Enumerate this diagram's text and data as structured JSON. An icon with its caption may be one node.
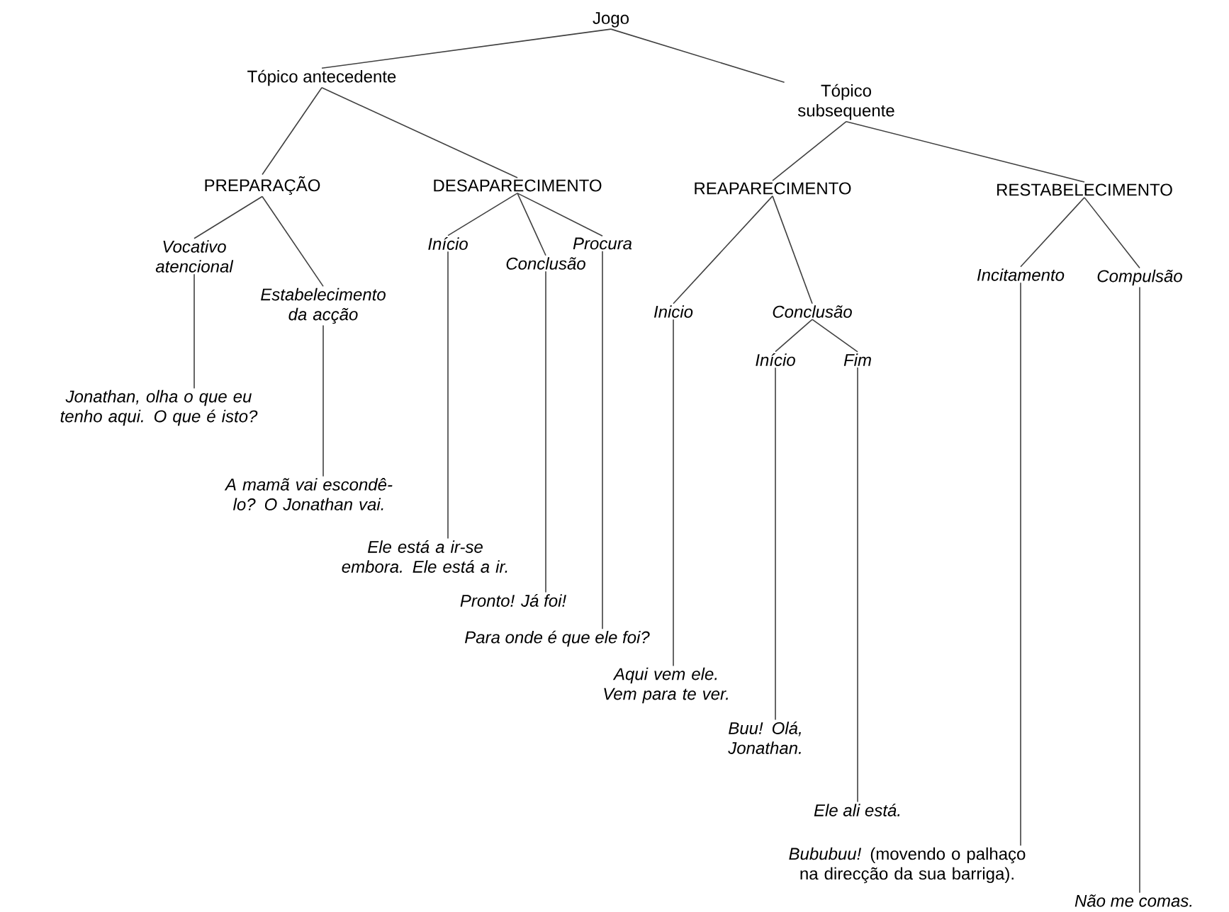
{
  "diagram": {
    "nodes": [
      {
        "text": [
          "Jogo"
        ]
      },
      {
        "text": [
          "Tópico antecedente"
        ]
      },
      {
        "text": [
          "Tópico subsequente"
        ]
      },
      {
        "text": [
          "PREPARAÇÃO"
        ]
      },
      {
        "text": [
          "DESAPARECIMENTO"
        ]
      },
      {
        "text": [
          "REAPARECIMENTO"
        ]
      },
      {
        "text": [
          "RESTABELECIMENTO"
        ]
      },
      {
        "text": [
          "Vocativo atencional"
        ]
      },
      {
        "text": [
          "Estabelecimento da acção"
        ]
      },
      {
        "text": [
          "Início"
        ]
      },
      {
        "text": [
          "Conclusão"
        ]
      },
      {
        "text": [
          "Procura"
        ]
      },
      {
        "text": [
          "Inicio"
        ]
      },
      {
        "text": [
          "Conclusão"
        ]
      },
      {
        "text": [
          "Início"
        ]
      },
      {
        "text": [
          "Fim"
        ]
      },
      {
        "text": [
          "Incitamento"
        ]
      },
      {
        "text": [
          "Compulsão"
        ]
      },
      {
        "text": [
          "Jonathan, olha o que eu tenho aqui. O que é isto?"
        ]
      },
      {
        "text": [
          "A mamã vai escondê-lo? O Jonathan vai."
        ]
      },
      {
        "text": [
          "Ele está a ir-se embora. Ele está a ir."
        ]
      },
      {
        "text": [
          "Pronto! Já foi!"
        ]
      },
      {
        "text": [
          "Para onde é que ele foi?"
        ]
      },
      {
        "text": [
          "Aqui vem ele. Vem para te ver."
        ]
      },
      {
        "text": [
          "Buu! Olá, Jonathan."
        ]
      },
      {
        "text": [
          "Ele ali está."
        ]
      },
      {
        "text": [
          "*Bububuu!* (movendo o palhaço na direcção da sua barriga)."
        ]
      },
      {
        "text": [
          "Não me comas."
        ]
      }
    ],
    "edges": [
      {
        "from": 0,
        "to": 1,
        "arrow": "none"
      },
      {
        "from": 0,
        "to": 2,
        "arrow": "none"
      },
      {
        "from": 1,
        "to": 3,
        "arrow": "none"
      },
      {
        "from": 1,
        "to": 4,
        "arrow": "none"
      },
      {
        "from": 2,
        "to": 5,
        "arrow": "none"
      },
      {
        "from": 2,
        "to": 6,
        "arrow": "none"
      },
      {
        "from": 3,
        "to": 7,
        "arrow": "none"
      },
      {
        "from": 3,
        "to": 8,
        "arrow": "none"
      },
      {
        "from": 4,
        "to": 9,
        "arrow": "none"
      },
      {
        "from": 4,
        "to": 10,
        "arrow": "none"
      },
      {
        "from": 4,
        "to": 11,
        "arrow": "none"
      },
      {
        "from": 5,
        "to": 12,
        "arrow": "none"
      },
      {
        "from": 5,
        "to": 13,
        "arrow": "none"
      },
      {
        "from": 13,
        "to": 14,
        "arrow": "none"
      },
      {
        "from": 13,
        "to": 15,
        "arrow": "none"
      },
      {
        "from": 6,
        "to": 16,
        "arrow": "none"
      },
      {
        "from": 6,
        "to": 17,
        "arrow": "none"
      },
      {
        "from": 7,
        "to": 18,
        "arrow": "none"
      },
      {
        "from": 8,
        "to": 19,
        "arrow": "none"
      },
      {
        "from": 9,
        "to": 20,
        "arrow": "none"
      },
      {
        "from": 10,
        "to": 21,
        "arrow": "none"
      },
      {
        "from": 11,
        "to": 22,
        "arrow": "none"
      },
      {
        "from": 12,
        "to": 23,
        "arrow": "none"
      },
      {
        "from": 14,
        "to": 24,
        "arrow": "none"
      },
      {
        "from": 15,
        "to": 25,
        "arrow": "none"
      },
      {
        "from": 16,
        "to": 26,
        "arrow": "none"
      },
      {
        "from": 17,
        "to": 27,
        "arrow": "none"
      }
    ]
  }
}
